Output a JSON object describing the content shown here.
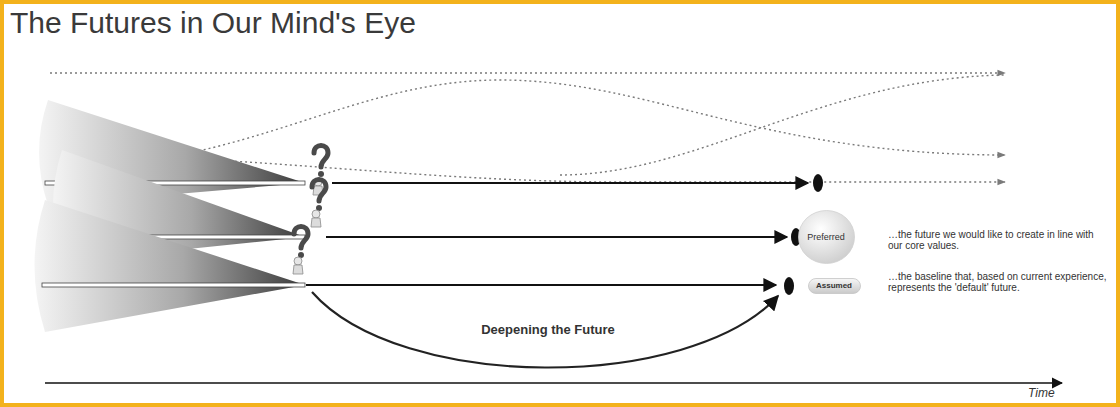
{
  "diagram": {
    "title": "The Futures in Our Mind's Eye",
    "nodes": [
      {
        "text": [
          "Preferred"
        ]
      },
      {
        "text": [
          "Assumed"
        ]
      }
    ],
    "labels": [
      "Deepening the Future",
      "…the future we would like to create in line with our core values.",
      "…the baseline that, based on current experience, represents the 'default' future.",
      "Time"
    ]
  }
}
